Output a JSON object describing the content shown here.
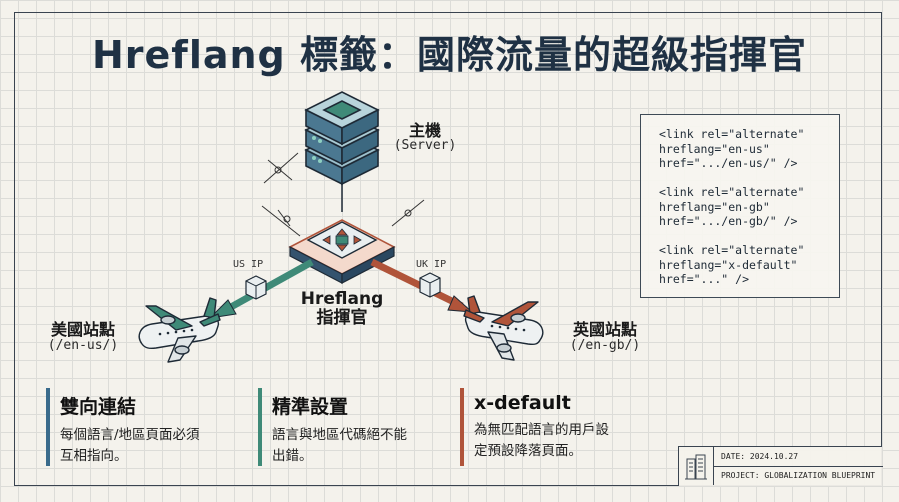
{
  "title": "Hreflang 標籤：國際流量的超級指揮官",
  "server": {
    "label": "主機",
    "sublabel": "(Server)"
  },
  "router": {
    "label_line1": "Hreflang",
    "label_line2": "指揮官"
  },
  "routes": {
    "left": {
      "tag": "US IP",
      "site": "美國站點",
      "path": "(/en-us/)",
      "color": "#3f8a78"
    },
    "right": {
      "tag": "UK IP",
      "site": "英國站點",
      "path": "(/en-gb/)",
      "color": "#b0543a"
    }
  },
  "code_lines": [
    [
      "<link rel=\"alternate\"",
      "hreflang=\"en-us\"",
      "href=\".../en-us/\" />"
    ],
    [
      "<link rel=\"alternate\"",
      "hreflang=\"en-gb\"",
      "href=\".../en-gb/\" />"
    ],
    [
      "<link rel=\"alternate\"",
      "hreflang=\"x-default\"",
      "href=\"...\" />"
    ]
  ],
  "features": [
    {
      "heading": "雙向連結",
      "line1": "每個語言/地區頁面必須",
      "line2": "互相指向。",
      "color": "#3a6b8c"
    },
    {
      "heading": "精準設置",
      "line1": "語言與地區代碼絕不能",
      "line2": "出錯。",
      "color": "#3f8a78"
    },
    {
      "heading": "x-default",
      "line1": "為無匹配語言的用戶設",
      "line2": "定預設降落頁面。",
      "color": "#b0543a"
    }
  ],
  "titleblock": {
    "date": "DATE: 2024.10.27",
    "project": "PROJECT: GLOBALIZATION BLUEPRINT"
  },
  "icons": [
    "server-icon",
    "router-icon",
    "airplane-left-icon",
    "airplane-right-icon",
    "building-icon"
  ]
}
